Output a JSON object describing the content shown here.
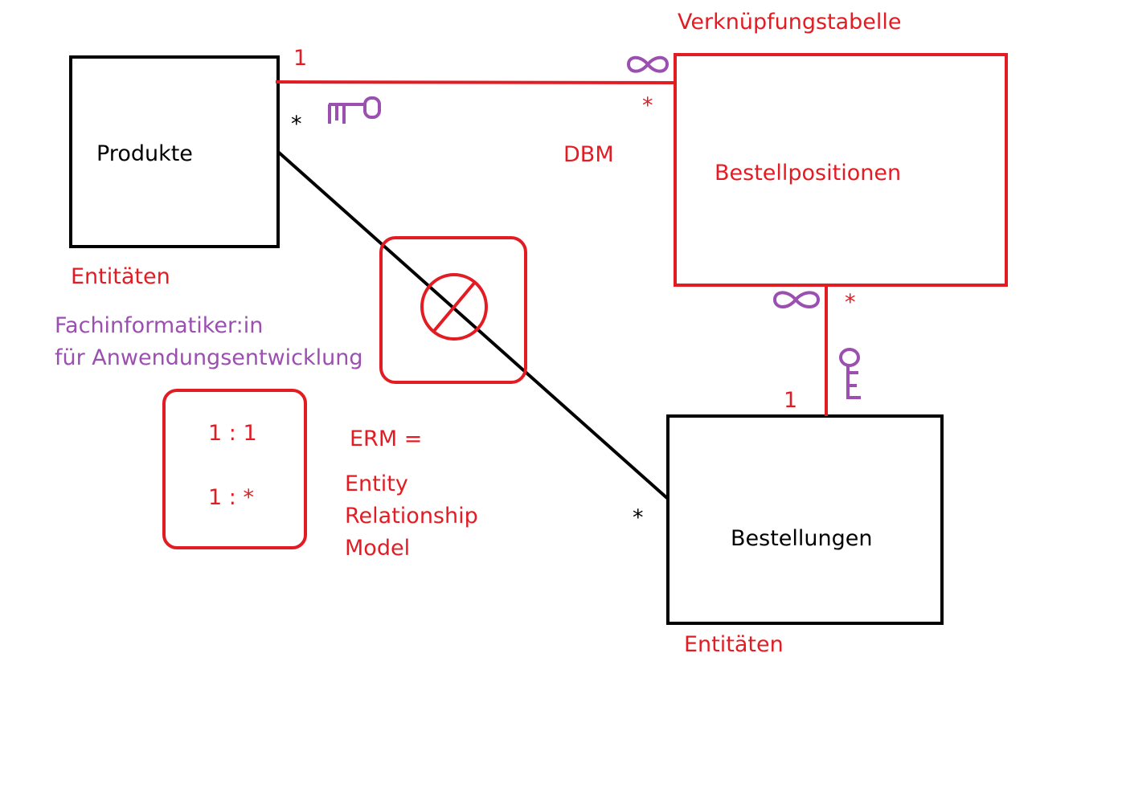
{
  "colors": {
    "red": "#e31c24",
    "black": "#000000",
    "purple": "#9b4fb0"
  },
  "entities": {
    "produkte": "Produkte",
    "bestellpositionen": "Bestellpositionen",
    "bestellungen": "Bestellungen"
  },
  "labels": {
    "verknuepfungstabelle": "Verknüpfungstabelle",
    "dbm": "DBM",
    "entitaeten_1": "Entitäten",
    "entitaeten_2": "Entitäten",
    "fachinformatiker_line1": "Fachinformatiker:in",
    "fachinformatiker_line2": "für Anwendungsentwicklung",
    "erm_eq": "ERM =",
    "erm_entity": "Entity",
    "erm_relationship": "Relationship",
    "erm_model": "Model"
  },
  "cardinality_box": {
    "one_to_one": "1 : 1",
    "one_to_many": "1 : *"
  },
  "cardinalities": {
    "produkte_top_one": "1",
    "produkte_star": "*",
    "bestellpositionen_left_star": "*",
    "bestellpositionen_bottom_star": "*",
    "bestellungen_one": "1",
    "bestellungen_star": "*"
  },
  "icons": [
    "key-icon",
    "infinity-icon",
    "no-entry-icon"
  ]
}
